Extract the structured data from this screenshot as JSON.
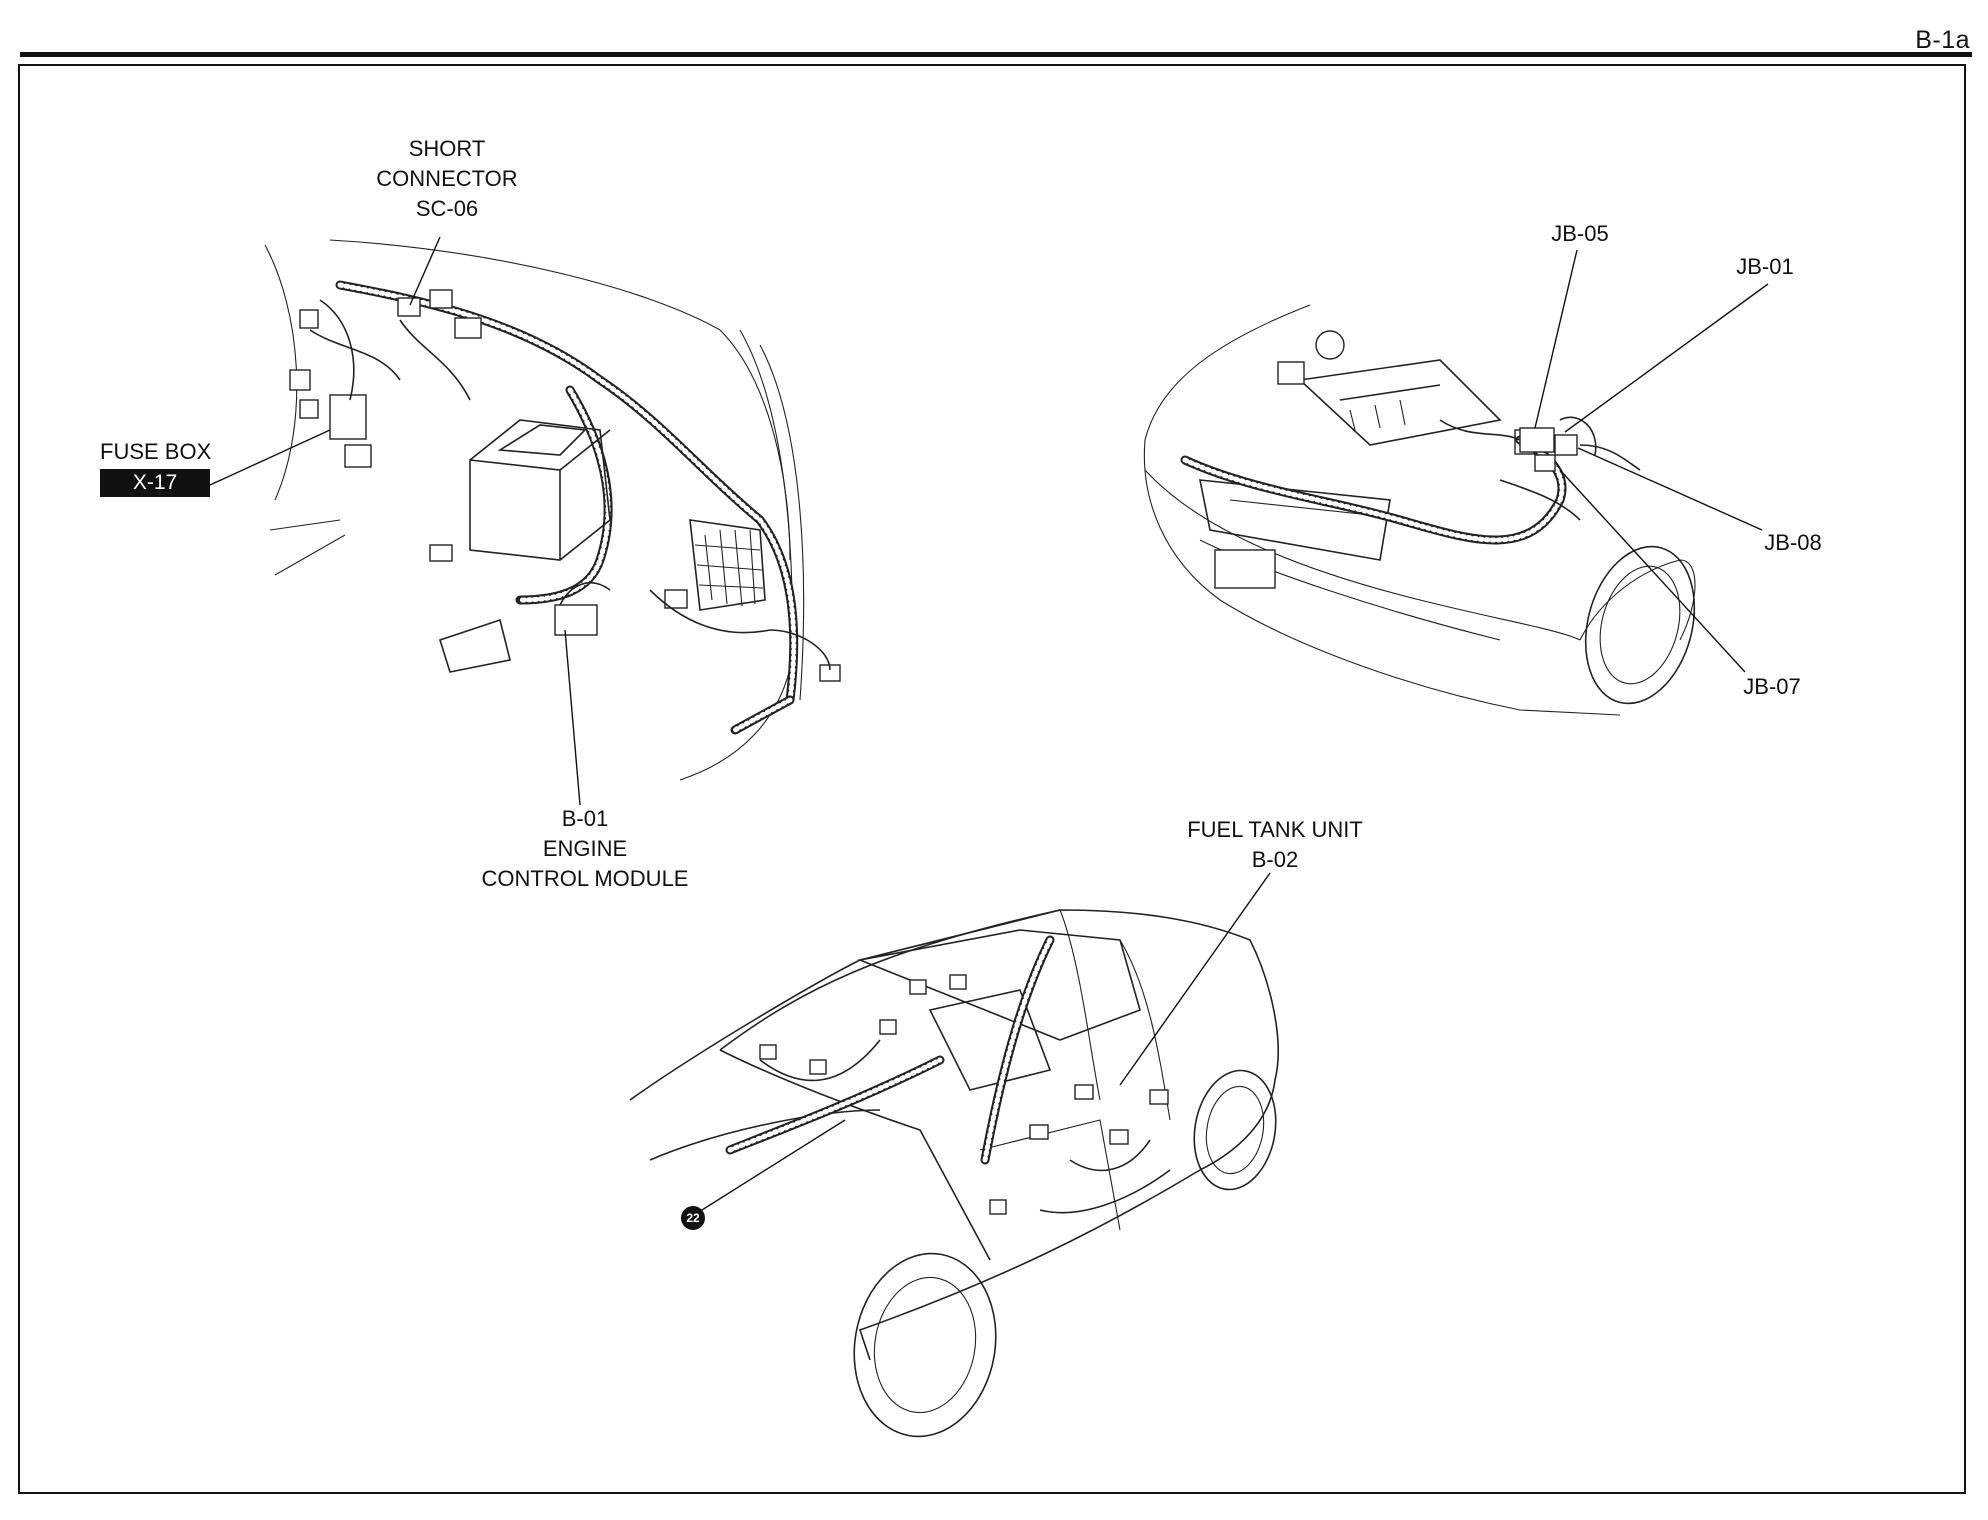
{
  "page": {
    "code": "B-1a"
  },
  "labels": {
    "short_connector": [
      "SHORT",
      "CONNECTOR",
      "SC-06"
    ],
    "fuse_box": {
      "name": "FUSE BOX",
      "badge": "X-17"
    },
    "ecm": [
      "B-01",
      "ENGINE",
      "CONTROL MODULE"
    ],
    "jb05": "JB-05",
    "jb01": "JB-01",
    "jb08": "JB-08",
    "jb07": "JB-07",
    "fuel_tank": [
      "FUEL TANK UNIT",
      "B-02"
    ],
    "ground_point": "22"
  }
}
